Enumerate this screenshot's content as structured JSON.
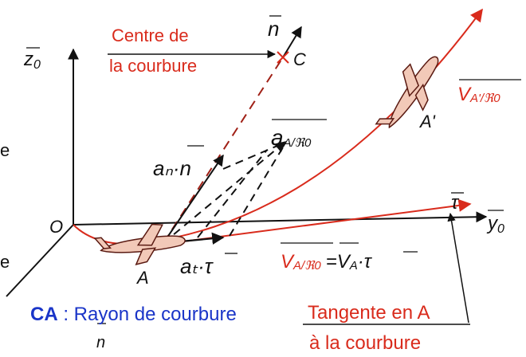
{
  "colors": {
    "ink": "#111111",
    "red": "#d92b1c",
    "dark_red": "#a02016",
    "blue": "#1a35c8",
    "plane_fill": "#f2c9b8",
    "plane_stroke": "#5a1a12"
  },
  "labels": {
    "centre_line1": "Centre de",
    "centre_line2": "la courbure",
    "point_c": "C",
    "n_vec": "n",
    "z0": "z",
    "z0_sub": "0",
    "y0": "y",
    "y0_sub": "0",
    "origin": "O",
    "point_a": "A",
    "point_a_prime": "A'",
    "accel": "a",
    "accel_sub": "A/ℜ0",
    "an_n": "aₙ·n",
    "at_tau": "aₜ·τ",
    "tau": "τ",
    "v_a_prime": "V",
    "v_a_prime_sub": "A'/ℜ0",
    "v_a_eq_main": "V",
    "v_a_eq_sub": "A/ℜ0",
    "v_a_eq_rhs": "=V",
    "v_a_eq_rhs_sub": "A",
    "v_a_eq_tau": "·τ",
    "edge_e1": "e",
    "edge_e2": "e",
    "ca_bold": "CA",
    "ca_rest": " : Rayon de courbure",
    "tangent_line1": "Tangente en A",
    "tangent_line2": "à la courbure",
    "bottom_n": "n"
  }
}
